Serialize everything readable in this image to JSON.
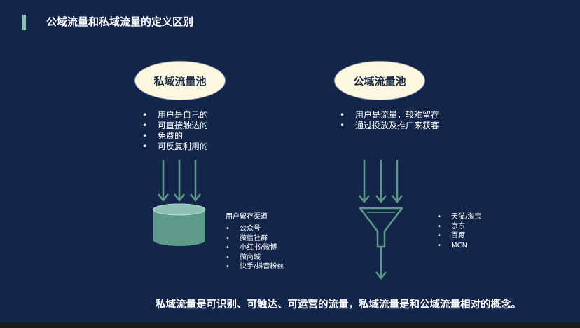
{
  "title": "公域流量和私域流量的定义区别",
  "private_pool": {
    "label": "私域流量池",
    "bullets": [
      "用户是自己的",
      "可直接触达的",
      "免费的",
      "可反复利用的"
    ],
    "channels_heading": "用户留存渠道",
    "channels": [
      "公众号",
      "微信社群",
      "小红书/微博",
      "微商城",
      "快手/抖音粉丝"
    ]
  },
  "public_pool": {
    "label": "公域流量池",
    "bullets": [
      "用户是流量，较难留存",
      "通过投放及推广来获客"
    ],
    "platforms": [
      "天猫/淘宝",
      "京东",
      "百度",
      "MCN"
    ]
  },
  "conclusion": "私域流量是可识别、可触达、可运营的流量，私域流量是和公域流量相对的概念。",
  "colors": {
    "background": "#13264a",
    "accent": "#8cc3b6",
    "shape_fill": "#5e9a8c",
    "ellipse_fill": "#fbf8df",
    "text": "#ffffff"
  }
}
